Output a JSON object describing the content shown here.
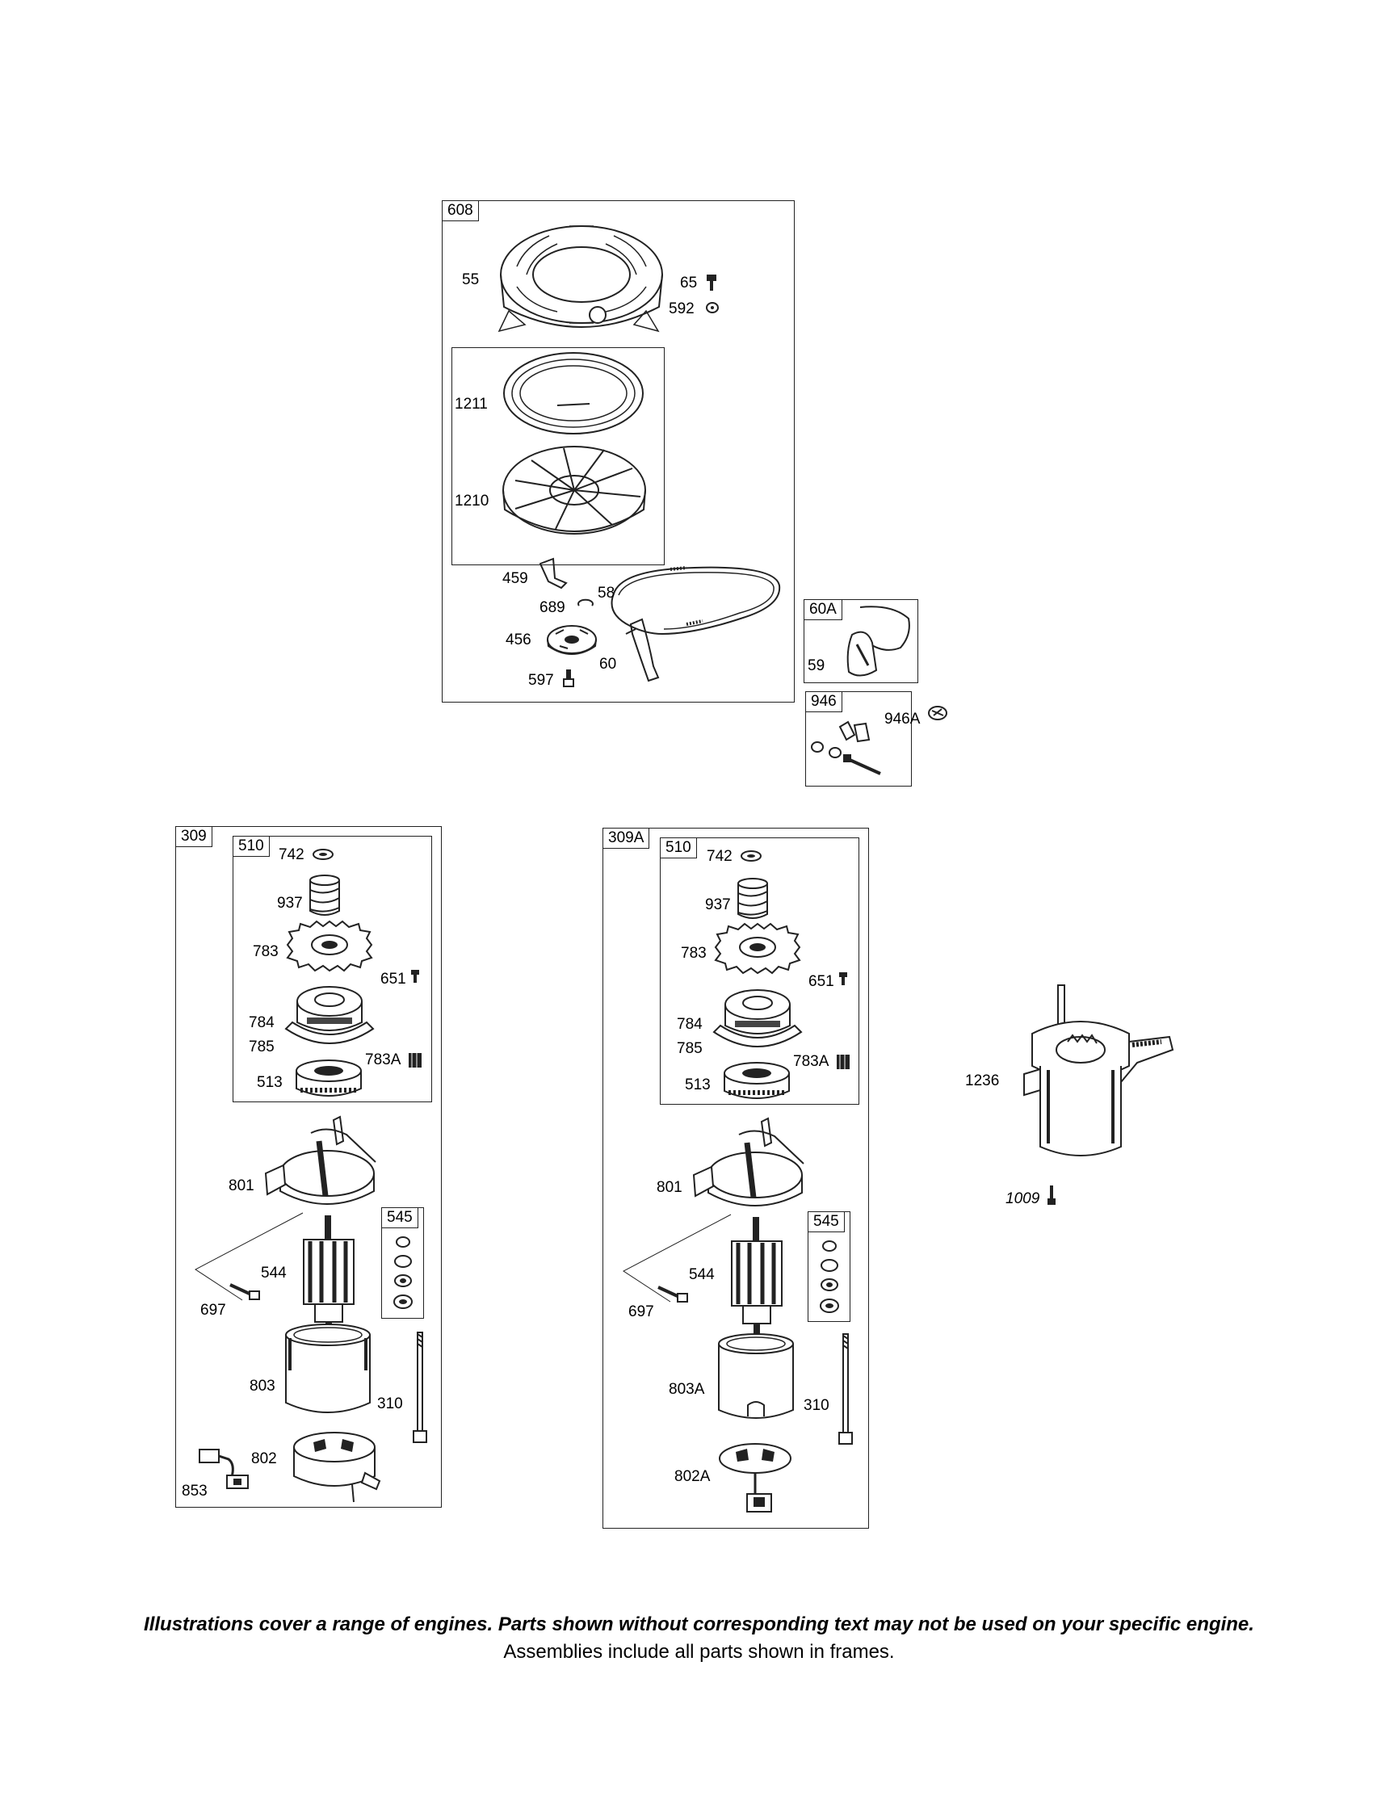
{
  "frames": {
    "f608": "608",
    "f60A": "60A",
    "f946": "946",
    "f309": "309",
    "f510a": "510",
    "f545a": "545",
    "f309A": "309A",
    "f510b": "510",
    "f545b": "545"
  },
  "labels": {
    "p55": "55",
    "p65": "65",
    "p592": "592",
    "p1211": "1211",
    "p1210": "1210",
    "p459": "459",
    "p58": "58",
    "p689": "689",
    "p456": "456",
    "p60": "60",
    "p597": "597",
    "p59": "59",
    "p946A": "946A",
    "a742": "742",
    "a937": "937",
    "a783": "783",
    "a651": "651",
    "a784": "784",
    "a785": "785",
    "a783A": "783A",
    "a513": "513",
    "a801": "801",
    "a544": "544",
    "a697": "697",
    "a803": "803",
    "a310": "310",
    "a802": "802",
    "a853": "853",
    "b742": "742",
    "b937": "937",
    "b783": "783",
    "b651": "651",
    "b784": "784",
    "b785": "785",
    "b783A": "783A",
    "b513": "513",
    "b801": "801",
    "b544": "544",
    "b697": "697",
    "b803A": "803A",
    "b310": "310",
    "b802A": "802A",
    "p1236": "1236",
    "p1009": "1009"
  },
  "footer": {
    "disclaimer": "Illustrations cover a range of engines. Parts shown without corresponding text may not be used on your specific engine.",
    "note": "Assemblies include all parts shown in frames."
  }
}
